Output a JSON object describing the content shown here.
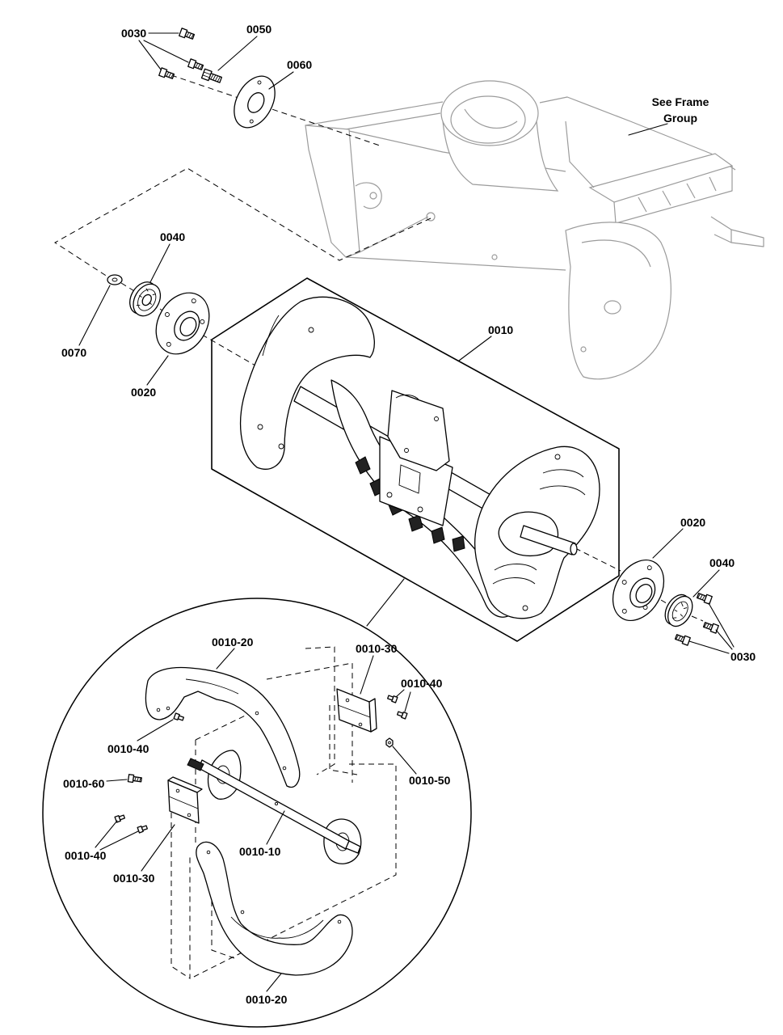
{
  "diagram": {
    "callouts": {
      "bolt_0030_upper": "0030",
      "bolt_0050": "0050",
      "plate_0060": "0060",
      "frame_reference_line1": "See Frame",
      "frame_reference_line2": "Group",
      "bearing_0040_left": "0040",
      "washer_0070": "0070",
      "flange_0020_left": "0020",
      "auger_assembly_0010": "0010",
      "flange_0020_right": "0020",
      "bearing_0040_right": "0040",
      "bolt_0030_right": "0030",
      "detail_spiral_0010_20_upper": "0010-20",
      "detail_bracket_0010_30_right": "0010-30",
      "detail_bolt_0010_40_right": "0010-40",
      "detail_bolt_0010_40_upper_left": "0010-40",
      "detail_bolt_0010_60": "0010-60",
      "detail_nut_0010_50": "0010-50",
      "detail_bolt_0010_40_lower_left": "0010-40",
      "detail_bracket_0010_30_left": "0010-30",
      "detail_shaft_0010_10": "0010-10",
      "detail_spiral_0010_20_lower": "0010-20"
    },
    "colors": {
      "line": "#000000",
      "frame_group_line": "#9b9b9b",
      "background": "#ffffff"
    }
  }
}
